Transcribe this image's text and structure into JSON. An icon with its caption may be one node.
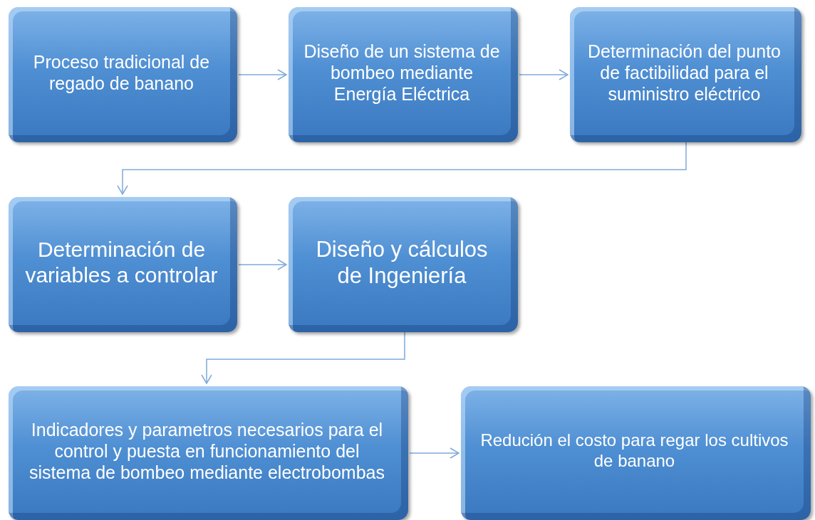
{
  "diagram": {
    "nodes": [
      {
        "text": [
          "Proceso tradicional de regado de banano"
        ]
      },
      {
        "text": [
          "Diseño de un sistema de bombeo mediante Energía Eléctrica"
        ]
      },
      {
        "text": [
          "Determinación del punto de factibilidad para el suministro eléctrico"
        ]
      },
      {
        "text": [
          "Determinación de variables a controlar"
        ]
      },
      {
        "text": [
          "Diseño y cálculos de Ingeniería"
        ]
      },
      {
        "text": [
          "Indicadores y parametros necesarios para el control y puesta en funcionamiento del sistema de bombeo mediante electrobombas"
        ]
      },
      {
        "text": [
          "Redución el costo para regar los cultivos de banano"
        ]
      }
    ],
    "edges": [
      {
        "from": 0,
        "to": 1,
        "arrow": "to"
      },
      {
        "from": 1,
        "to": 2,
        "arrow": "to"
      },
      {
        "from": 2,
        "to": 3,
        "arrow": "to"
      },
      {
        "from": 3,
        "to": 4,
        "arrow": "to"
      },
      {
        "from": 4,
        "to": 5,
        "arrow": "to"
      },
      {
        "from": 5,
        "to": 6,
        "arrow": "to"
      }
    ]
  }
}
